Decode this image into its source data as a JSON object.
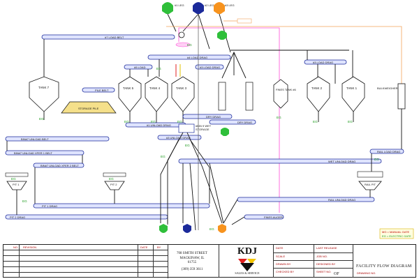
{
  "conveyors": {
    "load_belt_7": "#7 LOAD BELT",
    "load_drag_4": "#4 LOAD DRAG",
    "load_drag_5": "#5 LOAD",
    "load_drag_3": "#3 LOAD DRAG",
    "load_drag_3r": "#3 LOAD DRAG",
    "pile_belt": "PILE BELT",
    "dry_drag": "DRY DRAG",
    "dry_drag2": "DRY DRAG",
    "unload_drag_1": "#1 UNLOAD DRAG",
    "unload_drag_3": "#3 UNLOAD DRAG",
    "bin_wet": "#BIN 9 WET",
    "bin_wet2": "STORAGE",
    "unload_belt": "BIN#7 UNLOAD BELT",
    "unload_xfer_belt": "BIN#7 UNLOAD XFER 1 BELT",
    "unload_xfer2_belt": "BIN#7 UNLOAD XFER 2 BELT",
    "wet_unload": "WET UNLOAD DRAG",
    "rail_load": "RAIL LOAD DRAG",
    "pit1_drag": "PIT 1 DRAG",
    "pit2_drag": "PIT 2 DRAG",
    "rail_unload": "RAIL UNLOAD DRAG",
    "fines_auger": "FINES AUGER",
    "bulkweigher": "BULKWEIGHER"
  },
  "tanks": {
    "tank7": "TANK 7",
    "tank5": "TANK 5",
    "tank4": "TANK 4",
    "tank3": "TANK 3",
    "tank2": "TANK 2",
    "tank1": "TANK 1",
    "fines": "FINES TANK #6",
    "storage_pile": "STORAGE PILE",
    "pit1": "PIT 1",
    "pit2": "PIT 2",
    "rail_pit": "RAIL PIT"
  },
  "gate_labels": [
    "EG",
    "EG",
    "EG",
    "EG",
    "EG",
    "EG",
    "EG",
    "EG",
    "EG",
    "EG",
    "EG",
    "EG",
    "EG",
    "EG",
    "EG",
    "EG"
  ],
  "legs": {
    "top1": "#1 LEG",
    "top2": "#2 LEG",
    "top3": "#3 LEG"
  },
  "legend": {
    "manual": "MG = MANUAL GATE",
    "electric": "EG = ELECTRIC GATE"
  },
  "colors": {
    "leg_green": "#2fbf3a",
    "leg_blue": "#1b2a9a",
    "leg_orange": "#f7931e",
    "pink_line": "#ff4fd8",
    "orange_line": "#f2a25a"
  },
  "title_block": {
    "no_header": "NO.",
    "revision_header": "REVISION",
    "date_header": "DATE",
    "by_header": "BY",
    "address1": "708 SMITH STREET",
    "address2": "MACKINAW, IL",
    "address3": "61755",
    "phone": "(309) 359 3611",
    "company": "KDJ",
    "company_sub": "SALES & SERVICE",
    "date_label": "DATE",
    "scale_label": "SCALE",
    "drawn_label": "DRAWN BY",
    "checked_label": "CHECKED BY",
    "last_release": "LAST RELEASE",
    "job_no": "JOB NO.",
    "designed_by": "DESIGNED BY",
    "sheet_no": "SHEET NO.",
    "of": "OF",
    "drawing_title": "FACILITY FLOW DIAGRAM",
    "drawing_no": "DRAWING NO."
  }
}
